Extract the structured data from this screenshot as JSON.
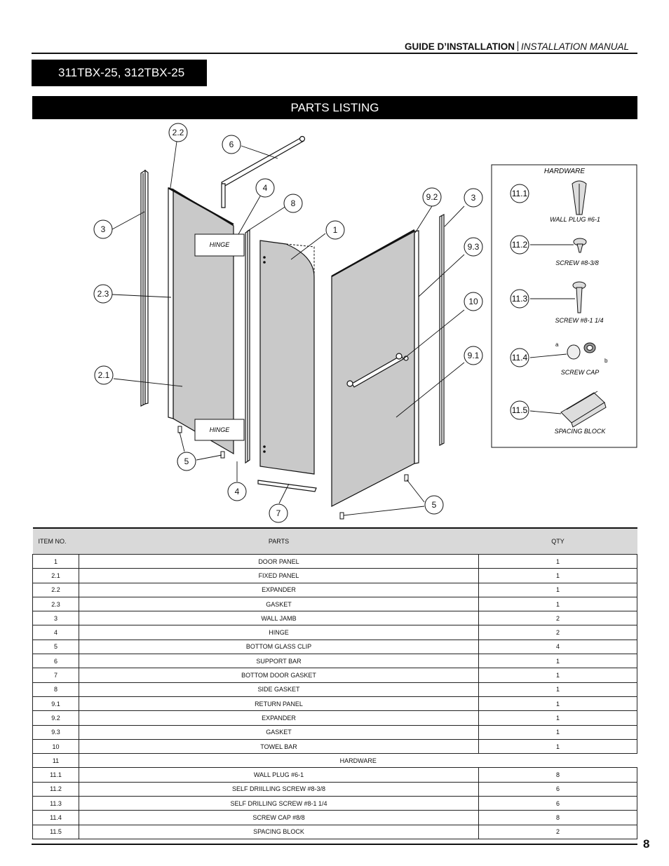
{
  "header": {
    "title_fr": "GUIDE D’INSTALLATION",
    "title_en": "INSTALLATION MANUAL"
  },
  "model": "311TBX-25, 312TBX-25",
  "section_title": "PARTS LISTING",
  "diagram": {
    "callouts": [
      "2.2",
      "6",
      "4",
      "8",
      "3",
      "1",
      "2.3",
      "2.1",
      "5",
      "4",
      "7",
      "5",
      "9.2",
      "3",
      "9.3",
      "10",
      "9.1"
    ],
    "hinge_top": "HINGE",
    "hinge_bottom": "HINGE"
  },
  "hardware": {
    "title": "HARDWARE",
    "items": [
      {
        "num": "11.1",
        "label": "WALL PLUG #6-1"
      },
      {
        "num": "11.2",
        "label": "SCREW #8-3/8"
      },
      {
        "num": "11.3",
        "label": "SCREW #8-1 1/4"
      },
      {
        "num": "11.4",
        "label": "SCREW CAP"
      },
      {
        "num": "11.5",
        "label": "SPACING BLOCK"
      }
    ],
    "cap_a": "a",
    "cap_b": "b"
  },
  "table": {
    "headers": {
      "item": "ITEM NO.",
      "parts": "PARTS",
      "qty": "QTY"
    },
    "rows": [
      {
        "item": "1",
        "part": "DOOR PANEL",
        "qty": "1"
      },
      {
        "item": "2.1",
        "part": "FIXED PANEL",
        "qty": "1"
      },
      {
        "item": "2.2",
        "part": "EXPANDER",
        "qty": "1"
      },
      {
        "item": "2.3",
        "part": "GASKET",
        "qty": "1"
      },
      {
        "item": "3",
        "part": "WALL JAMB",
        "qty": "2"
      },
      {
        "item": "4",
        "part": "HINGE",
        "qty": "2"
      },
      {
        "item": "5",
        "part": "BOTTOM GLASS CLIP",
        "qty": "4"
      },
      {
        "item": "6",
        "part": "SUPPORT BAR",
        "qty": "1"
      },
      {
        "item": "7",
        "part": "BOTTOM DOOR GASKET",
        "qty": "1"
      },
      {
        "item": "8",
        "part": "SIDE GASKET",
        "qty": "1"
      },
      {
        "item": "9.1",
        "part": "RETURN PANEL",
        "qty": "1"
      },
      {
        "item": "9.2",
        "part": "EXPANDER",
        "qty": "1"
      },
      {
        "item": "9.3",
        "part": "GASKET",
        "qty": "1"
      },
      {
        "item": "10",
        "part": "TOWEL BAR",
        "qty": "1"
      },
      {
        "item": "11",
        "part": "HARDWARE",
        "qty": ""
      },
      {
        "item": "11.1",
        "part": "WALL PLUG #6-1",
        "qty": "8"
      },
      {
        "item": "11.2",
        "part": "SELF DRIILLING SCREW #8-3/8",
        "qty": "6"
      },
      {
        "item": "11.3",
        "part": "SELF DRILLING SCREW  #8-1 1/4",
        "qty": "6"
      },
      {
        "item": "11.4",
        "part": "SCREW CAP #8/8",
        "qty": "8"
      },
      {
        "item": "11.5",
        "part": "SPACING BLOCK",
        "qty": "2"
      }
    ]
  },
  "page_number": "8"
}
